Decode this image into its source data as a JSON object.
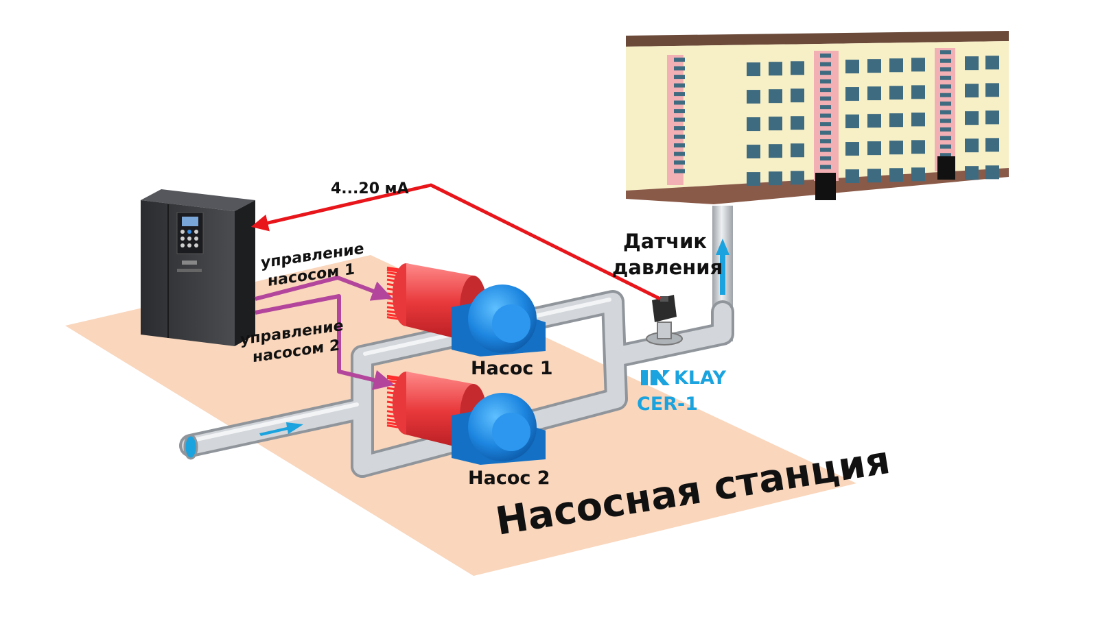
{
  "labels": {
    "signal": "4...20 мА",
    "sensor_line1": "Датчик",
    "sensor_line2": "давления",
    "control1_line1": "управление",
    "control1_line2": "насосом 1",
    "control2_line1": "управление",
    "control2_line2": "насосом 2",
    "pump1": "Насос 1",
    "pump2": "Насос 2",
    "brand": "KLAY",
    "model": "CER-1",
    "station": "Насосная станция"
  },
  "icons": [
    "frequency-inverter-icon",
    "centrifugal-pump-icon",
    "pressure-sensor-icon",
    "apartment-building-icon",
    "flow-arrow-icon",
    "klay-logo-icon"
  ],
  "colors": {
    "signal_line": "#e8151b",
    "control_line": "#b3469c",
    "floor": "#f9d6bc",
    "pump_motor": "#e8383b",
    "pump_body": "#1d86e0",
    "pipe": "#c9cdd2",
    "flow_arrow": "#1aa3de",
    "building_wall": "#f7f0c7",
    "building_accent": "#f2b0b5",
    "window": "#3f6b80"
  }
}
